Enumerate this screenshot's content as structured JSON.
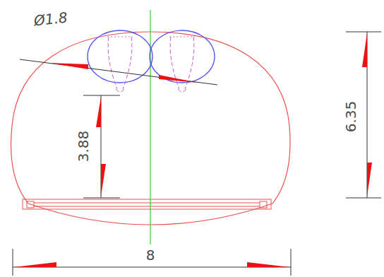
{
  "diagram": {
    "labels": [
      "Ø1.8",
      "3.88",
      "6.35",
      "8"
    ]
  }
}
